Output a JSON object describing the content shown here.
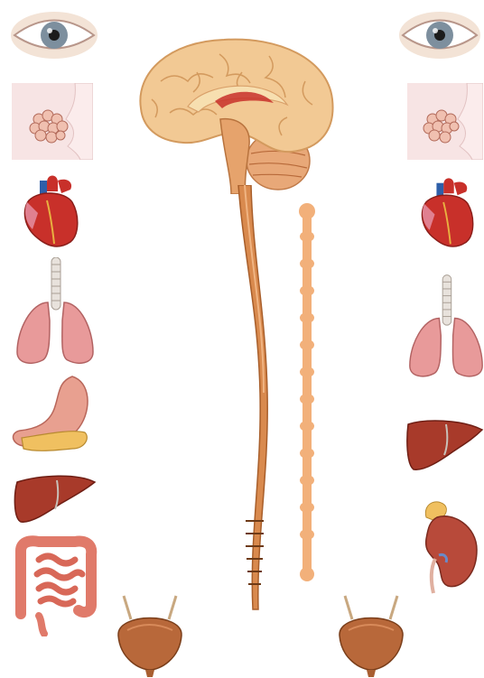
{
  "diagram": {
    "colors": {
      "brain": "#f2c994",
      "brain_dark": "#d9a06a",
      "spinal_cord": "#d98a4e",
      "sympathetic_chain": "#f2b07a",
      "heart": "#c8302a",
      "lung": "#e89a9a",
      "liver": "#a83a2a",
      "stomach": "#e8a090",
      "pancreas": "#f0c060",
      "intestine": "#e07a6a",
      "kidney": "#b84a3a",
      "adrenal": "#f0c060",
      "bladder": "#b8683a",
      "gland": "#f4dede",
      "iris": "#7d8f9e"
    },
    "left_column": [
      {
        "id": "eye",
        "icon": "eye-icon"
      },
      {
        "id": "salivary-gland",
        "icon": "salivary-gland-icon"
      },
      {
        "id": "heart",
        "icon": "heart-icon"
      },
      {
        "id": "lungs",
        "icon": "lungs-icon"
      },
      {
        "id": "stomach-pancreas",
        "icon": "stomach-icon"
      },
      {
        "id": "liver",
        "icon": "liver-icon"
      },
      {
        "id": "intestines",
        "icon": "intestines-icon"
      },
      {
        "id": "bladder",
        "icon": "bladder-icon"
      }
    ],
    "right_column": [
      {
        "id": "eye",
        "icon": "eye-icon"
      },
      {
        "id": "salivary-gland",
        "icon": "salivary-gland-icon"
      },
      {
        "id": "heart",
        "icon": "heart-icon"
      },
      {
        "id": "lungs",
        "icon": "lungs-icon"
      },
      {
        "id": "liver",
        "icon": "liver-icon"
      },
      {
        "id": "kidney-adrenal",
        "icon": "kidney-icon"
      },
      {
        "id": "bladder",
        "icon": "bladder-icon"
      }
    ],
    "center": [
      {
        "id": "brain",
        "icon": "brain-icon"
      },
      {
        "id": "spinal-cord",
        "icon": "spinal-cord-icon"
      },
      {
        "id": "sympathetic-chain",
        "icon": "sympathetic-chain-icon"
      }
    ]
  }
}
